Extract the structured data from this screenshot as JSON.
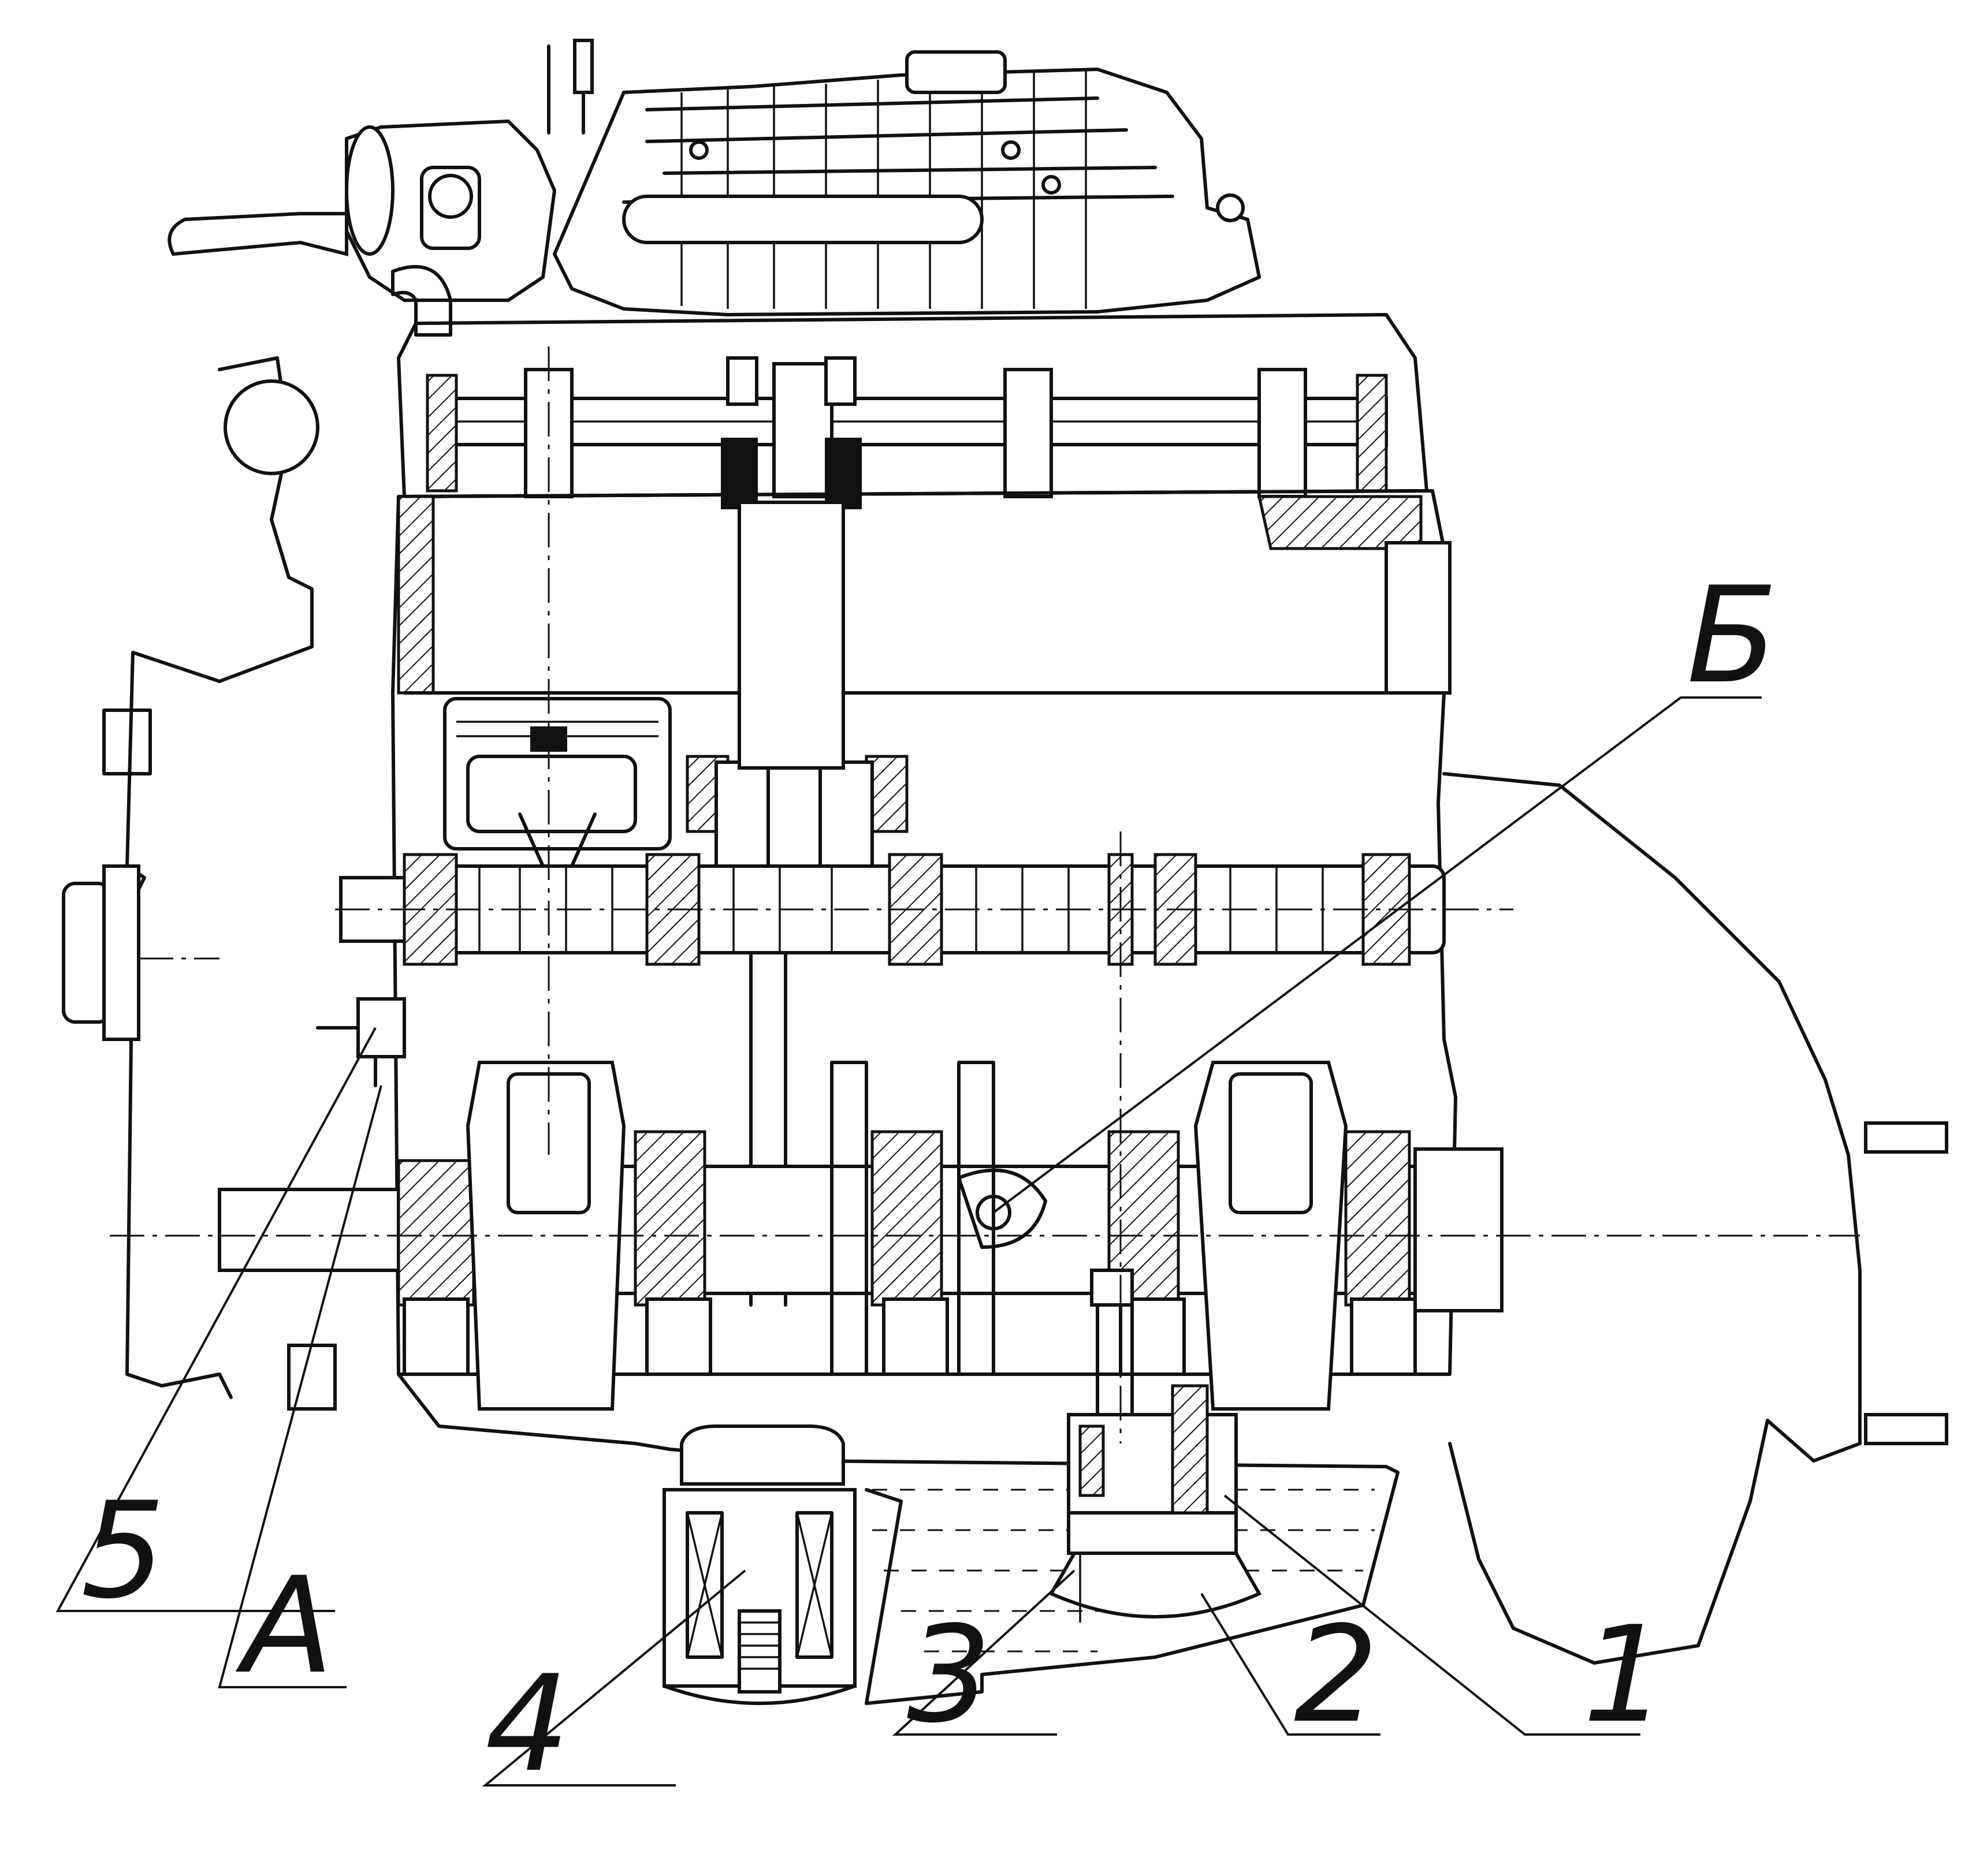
{
  "callouts": {
    "c1": "1",
    "c2": "2",
    "c3": "3",
    "c4": "4",
    "c5": "5",
    "cA": "А",
    "cB": "Б"
  },
  "colors": {
    "line": "#111111",
    "background": "#ffffff"
  }
}
